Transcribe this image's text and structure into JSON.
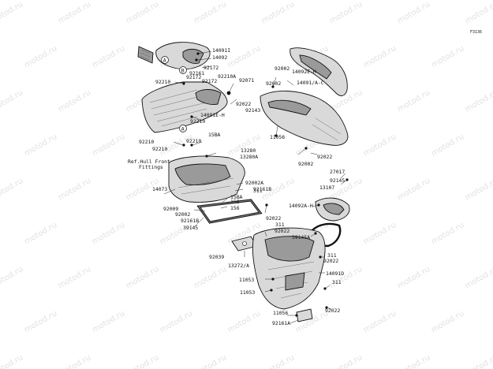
{
  "watermark": "motod.ru",
  "diagram_code": "F3136",
  "callout_letters": [
    "A",
    "A",
    "B"
  ],
  "labels": [
    "14091I",
    "14092",
    "92172",
    "92161",
    "92172",
    "92172",
    "92210",
    "92210A",
    "92071",
    "92022",
    "92143",
    "14091E-H",
    "92210",
    "15BA",
    "92210",
    "92210",
    "92210",
    "13280",
    "13280A",
    "92002",
    "14092E-H",
    "14091/A-C",
    "92002",
    "11056",
    "92002",
    "92022",
    "Ref.Hull Front",
    "Fittings",
    "14073",
    "92002A",
    "92161B",
    "15BA",
    "156",
    "156",
    "92009",
    "92002",
    "92161B",
    "39145",
    "27017",
    "92145",
    "13107",
    "14092A-H",
    "92022",
    "311",
    "311",
    "92022",
    "39145A",
    "92039",
    "13272/A",
    "311",
    "92022",
    "14091D",
    "11053",
    "11053",
    "311",
    "92022",
    "11056",
    "92161A"
  ]
}
